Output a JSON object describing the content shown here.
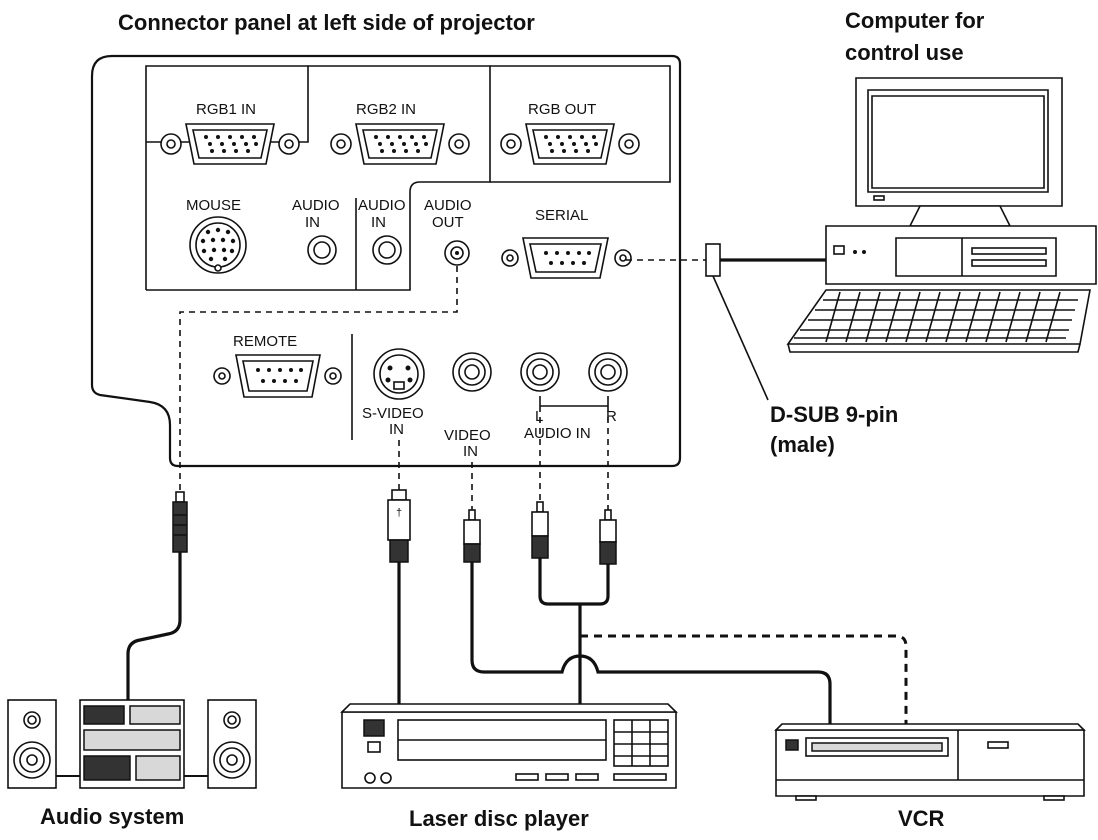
{
  "title": "Connector panel at left side of projector",
  "computer_label": [
    "Computer for",
    "control use"
  ],
  "dsub_label": [
    "D-SUB 9-pin",
    "(male)"
  ],
  "ports": {
    "rgb1_in": "RGB1 IN",
    "rgb2_in": "RGB2 IN",
    "rgb_out": "RGB OUT",
    "mouse": "MOUSE",
    "audio_in_1": [
      "AUDIO",
      "IN"
    ],
    "audio_in_2": [
      "AUDIO",
      "IN"
    ],
    "audio_out": [
      "AUDIO",
      "OUT"
    ],
    "serial": "SERIAL",
    "remote": "REMOTE",
    "s_video_in": [
      "S-VIDEO",
      "IN"
    ],
    "video_in": [
      "VIDEO",
      "IN"
    ],
    "audio_l": "L",
    "audio_r": "R",
    "audio_in_lr": "AUDIO IN"
  },
  "devices": {
    "audio_system": "Audio system",
    "laser_disc_player": "Laser disc player",
    "vcr": "VCR"
  }
}
